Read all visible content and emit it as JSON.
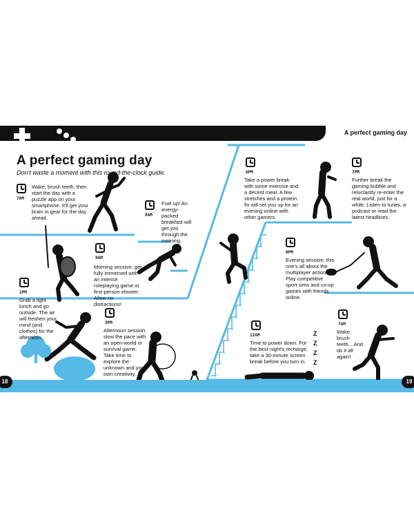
{
  "header": {
    "running_head": "A perfect gaming day"
  },
  "title": "A perfect gaming day",
  "subtitle": "Don't waste a moment with this round-the-clock guide.",
  "entries": [
    {
      "time": "7AM",
      "text": "Wake, brush teeth, then start the day with a puzzle app on your smartphone. It'll get your brain in gear for the day ahead."
    },
    {
      "time": "8AM",
      "text": "Fuel up! An energy-packed breakfast will get you through the morning."
    },
    {
      "time": "9AM",
      "text": "Morning session: get fully immersed with an intense roleplaying game or first-person shooter. Allow no distractions!"
    },
    {
      "time": "1PM",
      "text": "Grab a light lunch and go outside. The air will freshen your mind (and clothes) for the afternoon."
    },
    {
      "time": "3PM",
      "text": "Afternoon session: slow the pace with an open-world or survival game. Take time to explore the unknown and your own creativity."
    },
    {
      "time": "6PM",
      "text": "Take a power break with some exercise and a decent meal. A few stretches and a protein fix will set you up for an evening online with other gamers."
    },
    {
      "time": "7PM",
      "text": "Further break the gaming bubble and reluctantly re-enter the real world, just for a while. Listen to tunes, a podcast or read the latest headlines."
    },
    {
      "time": "8PM",
      "text": "Evening session: this one's all about the multiplayer action. Play competitive sport sims and co-op games with friends online."
    },
    {
      "time": "12AM",
      "text": "Time to power down. For the best night's recharge, take a 30-minute screen break before you turn in."
    },
    {
      "time": "7AM",
      "text": "Wake, brush teeth... And do it all again!"
    }
  ],
  "zzz": [
    "Z",
    "Z",
    "Z",
    "Z"
  ],
  "page_numbers": {
    "left": "18",
    "right": "19"
  },
  "colors": {
    "accent": "#56b9e6",
    "ink": "#111111"
  }
}
